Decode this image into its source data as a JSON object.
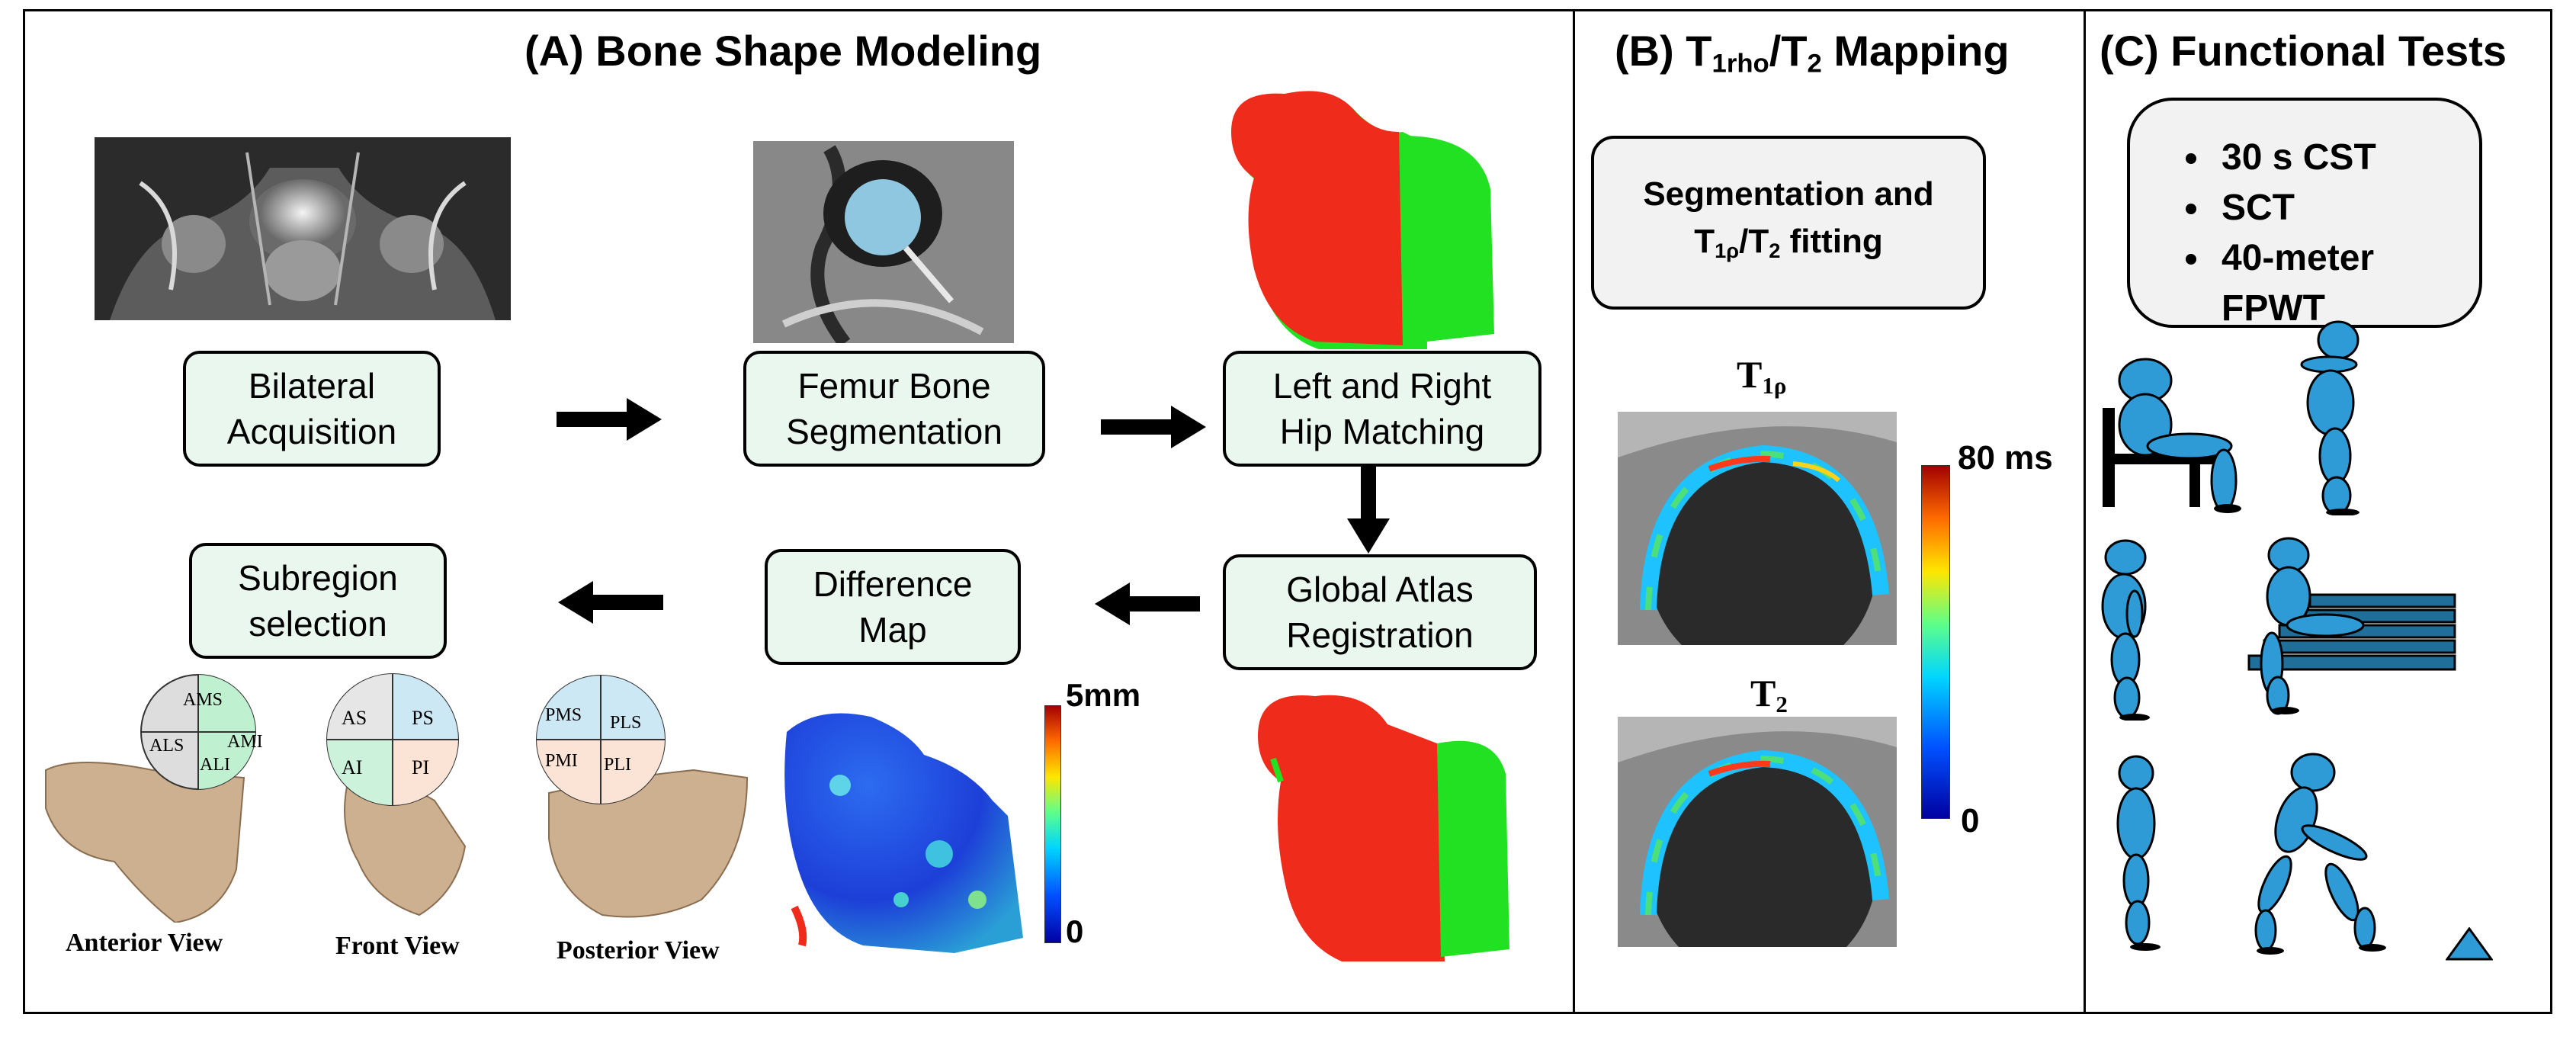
{
  "panels": {
    "a": {
      "title": "(A) Bone Shape Modeling"
    },
    "b": {
      "title_prefix": "(B) T",
      "title_sub": "1rho",
      "title_suffix": "/T",
      "title_sub2": "2",
      "title_end": " Mapping"
    },
    "c": {
      "title": "(C) Functional Tests"
    }
  },
  "steps": {
    "bilateral": [
      "Bilateral",
      "Acquisition"
    ],
    "femur": [
      "Femur Bone",
      "Segmentation"
    ],
    "hip": [
      "Left and Right",
      "Hip Matching"
    ],
    "atlas": [
      "Global Atlas",
      "Registration"
    ],
    "difference": [
      "Difference",
      "Map"
    ],
    "subregion": [
      "Subregion",
      "selection"
    ]
  },
  "subregions": {
    "anterior": [
      "AMS",
      "ALS",
      "AMI",
      "ALI"
    ],
    "front": [
      "AS",
      "PS",
      "AI",
      "PI"
    ],
    "posterior": [
      "PMS",
      "PLS",
      "PMI",
      "PLI"
    ]
  },
  "views": {
    "anterior": "Anterior View",
    "front": "Front View",
    "posterior": "Posterior View"
  },
  "difference_scale": {
    "max": "5mm",
    "min": "0"
  },
  "mapping": {
    "segmentation_line1": "Segmentation and",
    "fitting_t": "T",
    "fitting_sub1": "1ρ",
    "fitting_mid": "/T",
    "fitting_sub2": "2",
    "fitting_end": " fitting",
    "t1_label": "T",
    "t1_sub": "1ρ",
    "t2_label": "T",
    "t2_sub": "2",
    "scale_max": "80 ms",
    "scale_min": "0"
  },
  "tests": [
    "30 s CST",
    "SCT",
    "40-meter FPWT"
  ],
  "colors": {
    "step_fill": "#eaf7ef",
    "box_fill": "#f2f2f2",
    "figure_blue": "#2f9bd6",
    "bone": "#cdb08f",
    "red": "#ef2b1c",
    "green": "#22e022"
  }
}
